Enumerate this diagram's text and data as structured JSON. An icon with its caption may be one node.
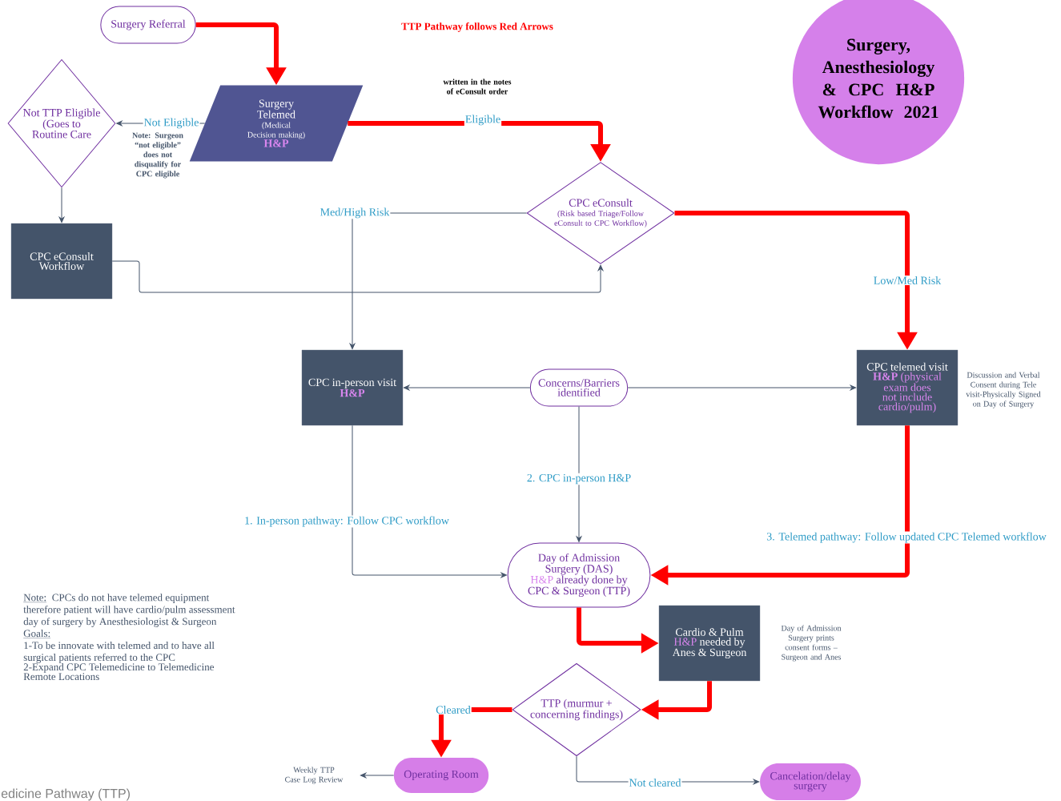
{
  "diagram": {
    "title": "Surgery, Anesthesiology & CPC H&P Workflow 2021",
    "nodes": [
      {
        "text": [
          "Surgery Referral"
        ]
      },
      {
        "text": [
          "Surgery Telemed",
          "(Medical Decision making)",
          "H&P"
        ]
      },
      {
        "text": [
          "Not TTP Eligible (Goes to Routine Care"
        ]
      },
      {
        "text": [
          "CPC eConsult Workflow"
        ]
      },
      {
        "text": [
          "CPC eConsult",
          "(Risk based Triage/Follow eConsult to CPC Workflow)"
        ]
      },
      {
        "text": [
          "CPC in-person visit",
          "H&P"
        ]
      },
      {
        "text": [
          "Concerns/Barriers identified"
        ]
      },
      {
        "text": [
          "CPC telemed visit",
          "**H&P** (physical exam does not include cardio/pulm)"
        ],
        "beside": [
          "Discussion and Verbal Consent during Tele visit-Physically Signed on Day of Surgery"
        ]
      },
      {
        "text": [
          "Day of Admission Surgery (DAS)",
          "H&P",
          "already done by CPC & Surgeon (TTP)"
        ]
      },
      {
        "text": [
          "Cardio & Pulm",
          "H&P",
          "needed by Anes & Surgeon"
        ],
        "beside": [
          "Day of Admission Surgery prints consent forms – Surgeon and Anes"
        ]
      },
      {
        "text": [
          "TTP (murmur + concerning findings)"
        ]
      },
      {
        "text": [
          "Operating Room"
        ]
      },
      {
        "text": [
          "Weekly TTP Case Log Review"
        ]
      },
      {
        "text": [
          "Cancelation/delay surgery"
        ]
      }
    ],
    "edges": [
      {
        "from": 0,
        "to": 1,
        "arrow": "to",
        "style": "thick",
        "color": "#ff0000"
      },
      {
        "from": 1,
        "to": 2,
        "arrow": "to",
        "label": "Not Eligible"
      },
      {
        "from": 1,
        "to": 4,
        "arrow": "to",
        "label": "Eligible",
        "style": "thick",
        "color": "#ff0000"
      },
      {
        "from": 2,
        "to": 3,
        "arrow": "to"
      },
      {
        "from": 3,
        "to": 4,
        "arrow": "to"
      },
      {
        "from": 4,
        "to": 5,
        "arrow": "to",
        "label": "Med/High Risk"
      },
      {
        "from": 4,
        "to": 7,
        "arrow": "to",
        "label": "Low/Med Risk",
        "style": "thick",
        "color": "#ff0000"
      },
      {
        "from": 6,
        "to": 5,
        "arrow": "to"
      },
      {
        "from": 6,
        "to": 7,
        "arrow": "to"
      },
      {
        "from": 6,
        "to": 8,
        "arrow": "to",
        "label": "2. CPC in-person H&P"
      },
      {
        "from": 5,
        "to": 8,
        "arrow": "to",
        "label": "1. In-person pathway: Follow CPC workflow"
      },
      {
        "from": 7,
        "to": 8,
        "arrow": "to",
        "label": "3. Telemed pathway: Follow updated CPC Telemed workflow",
        "style": "thick",
        "color": "#ff0000"
      },
      {
        "from": 8,
        "to": 9,
        "arrow": "to",
        "style": "thick",
        "color": "#ff0000"
      },
      {
        "from": 9,
        "to": 10,
        "arrow": "to",
        "style": "thick",
        "color": "#ff0000"
      },
      {
        "from": 10,
        "to": 11,
        "arrow": "to",
        "label": "Cleared",
        "style": "thick",
        "color": "#ff0000"
      },
      {
        "from": 11,
        "to": 12,
        "arrow": "to"
      },
      {
        "from": 10,
        "to": 13,
        "arrow": "to",
        "label": "Not cleared"
      }
    ],
    "labels": [
      "**TTP Pathway follows Red Arrows**",
      "**written in the notes of eConsult order**",
      "Note: Surgeon “not eligible” does not disqualify for CPC eligible",
      "Note:",
      "CPCs do not have telemed equipment therefore patient will have cardio/pulm assessment day of surgery by Anesthesiologist & Surgeon",
      "Goals:",
      "1-To be innovate with telemed and to have all surgical patients referred to the CPC",
      "2-Expand CPC Telemedicine to Telemedicine Remote Locations",
      "edicine Pathway (TTP)"
    ]
  }
}
